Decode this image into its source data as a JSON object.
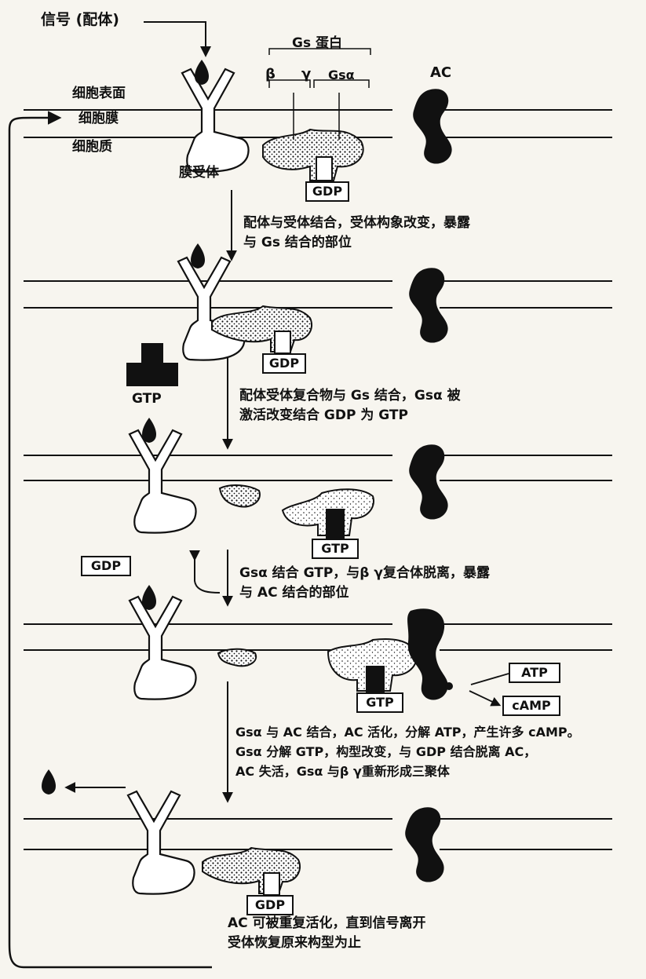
{
  "labels": {
    "signal": "信号 (配体)",
    "gs_protein": "Gs 蛋白",
    "beta": "β",
    "gamma": "γ",
    "gs_alpha": "Gsα",
    "ac": "AC",
    "cell_surface": "细胞表面",
    "membrane": "细胞膜",
    "cytoplasm": "细胞质",
    "receptor": "膜受体",
    "gdp": "GDP",
    "gtp": "GTP",
    "atp": "ATP",
    "camp": "cAMP"
  },
  "steps": [
    {
      "line1": "配体与受体结合，受体构象改变，暴露",
      "line2": "与 Gs 结合的部位"
    },
    {
      "line1": "配体受体复合物与 Gs 结合，Gsα 被",
      "line2": "激活改变结合 GDP 为 GTP"
    },
    {
      "line1": "Gsα 结合 GTP，与β γ复合体脱离，暴露",
      "line2": "与 AC 结合的部位"
    },
    {
      "line1": "Gsα 与 AC 结合，AC 活化，分解 ATP，产生许多 cAMP。",
      "line2": "Gsα 分解 GTP，构型改变，与 GDP 结合脱离 AC，",
      "line3": "AC 失活，Gsα 与β γ重新形成三聚体"
    },
    {
      "line1": "AC 可被重复活化，直到信号离开",
      "line2": "受体恢复原来构型为止"
    }
  ]
}
